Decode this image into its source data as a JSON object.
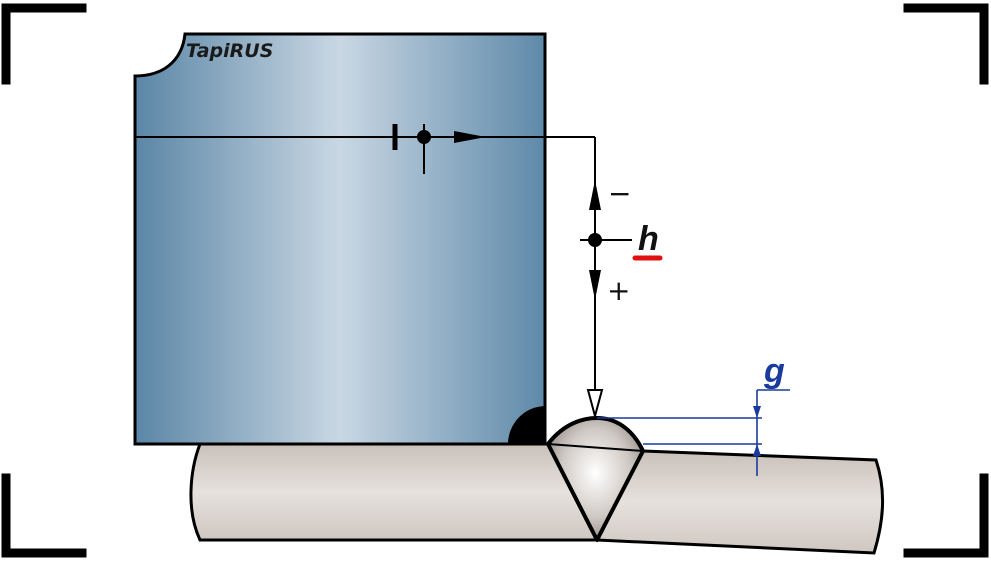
{
  "logo": "TapiRUS",
  "labels": {
    "minus": "−",
    "plus": "+",
    "h": "h",
    "g": "g"
  },
  "colors": {
    "outline": "#000000",
    "block_fill_edge": "#5d88a8",
    "block_fill_center": "#c8d6e2",
    "plate_fill": "#d8d2cd",
    "weld_center": "#ffffff",
    "weld_edge": "#8e8680",
    "dimension": "#1a3a9c",
    "h_underline": "#e01010"
  }
}
